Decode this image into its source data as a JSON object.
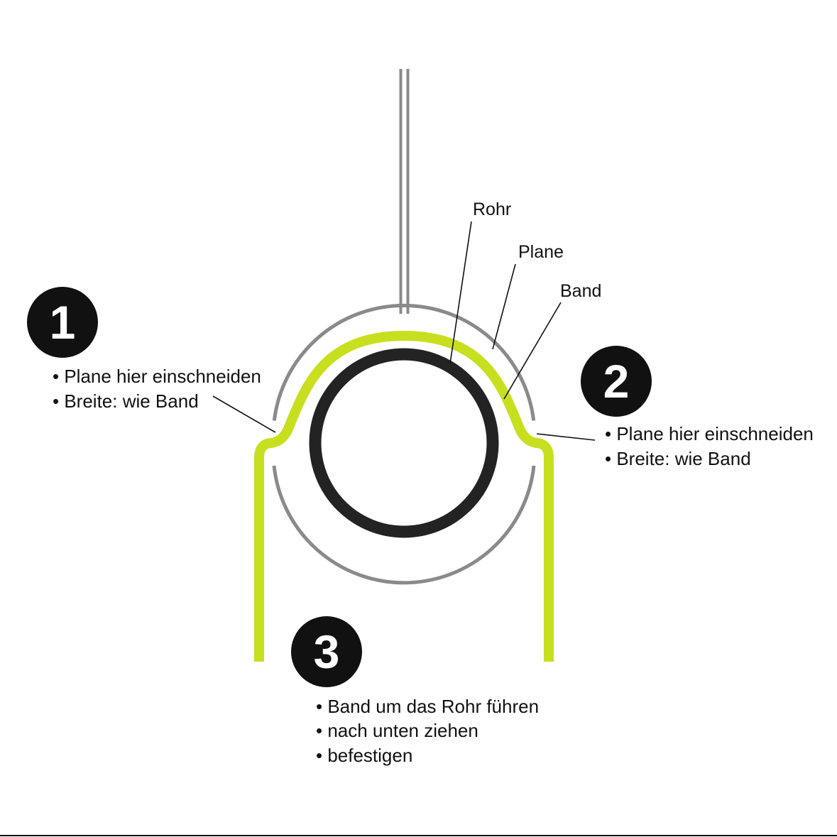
{
  "colors": {
    "band": "#c8df1f",
    "plane": "#8a8a8a",
    "pipe": "#232323",
    "ink": "#111111",
    "background": "#ffffff"
  },
  "labels": {
    "rohr": "Rohr",
    "plane": "Plane",
    "band": "Band"
  },
  "steps": [
    {
      "number": "1",
      "lines": [
        "• Plane hier einschneiden",
        "• Breite: wie Band"
      ]
    },
    {
      "number": "2",
      "lines": [
        "• Plane hier einschneiden",
        "• Breite: wie Band"
      ]
    },
    {
      "number": "3",
      "lines": [
        "• Band um das Rohr führen",
        "• nach unten ziehen",
        "• befestigen"
      ]
    }
  ]
}
